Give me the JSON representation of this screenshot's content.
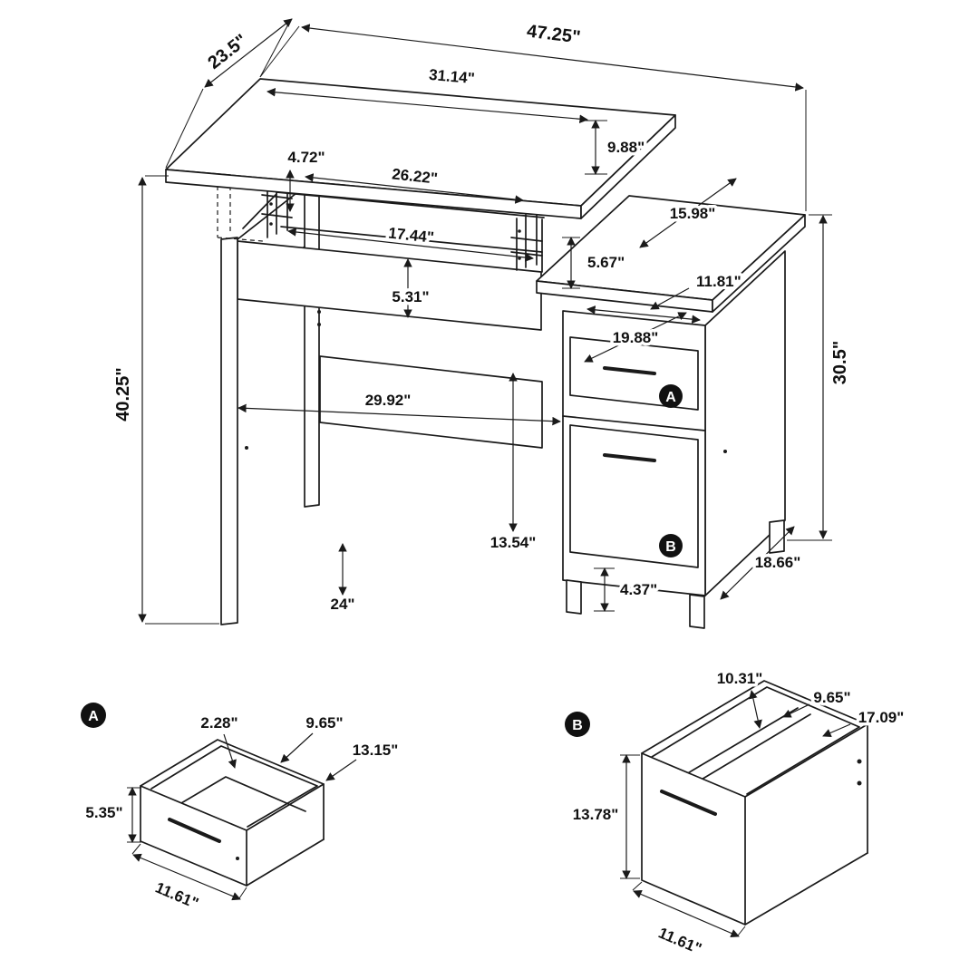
{
  "colors": {
    "line": "#1a1a1a",
    "background": "#ffffff"
  },
  "main_view": {
    "dims": {
      "overall_width": "47.25\"",
      "overall_depth": "23.5\"",
      "lift_top_width": "31.14\"",
      "lift_height": "9.88\"",
      "lift_bracket": "4.72\"",
      "compartment_opening": "26.22\"",
      "compartment_width": "17.44\"",
      "apron_height": "5.31\"",
      "right_top_depth": "15.98\"",
      "drawer_top_inset": "5.67\"",
      "drawer_opening_width": "11.81\"",
      "pedestal_top_depth": "19.88\"",
      "desk_height": "30.5\"",
      "overall_height": "40.25\"",
      "knee_space_width": "29.92\"",
      "knee_space_height": "13.54\"",
      "knee_clearance": "24\"",
      "foot_height": "4.37\"",
      "pedestal_depth": "18.66\""
    },
    "markers": {
      "a": "A",
      "b": "B"
    }
  },
  "detail_a": {
    "marker": "A",
    "dims": {
      "side_thickness": "2.28\"",
      "inner_depth": "9.65\"",
      "inner_width": "13.15\"",
      "front_height": "5.35\"",
      "front_width": "11.61\""
    }
  },
  "detail_b": {
    "marker": "B",
    "dims": {
      "inner_height": "10.31\"",
      "inner_depth": "9.65\"",
      "outer_depth": "17.09\"",
      "front_height": "13.78\"",
      "front_width": "11.61\""
    }
  }
}
